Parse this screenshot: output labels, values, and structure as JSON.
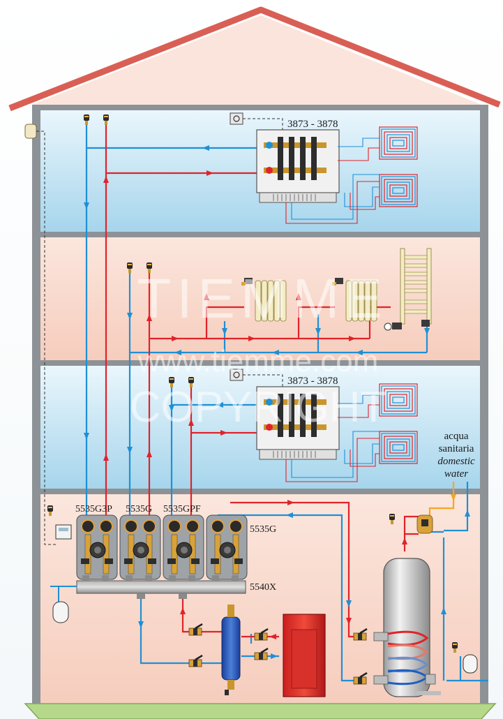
{
  "colors": {
    "roof": "#e06a5a",
    "wall": "#8a8f94",
    "floor_top": "#a9d7ee",
    "floor_peach": "#f9d9cc",
    "ground": "#b9d98a",
    "hot": "#e0232a",
    "cold": "#1e90d6",
    "dhw": "#f5a623"
  },
  "labels": {
    "manifold_top": "3873 - 3878",
    "manifold_mid": "3873 - 3878",
    "pump_group_1": "5535G3P",
    "pump_group_2": "5535G",
    "pump_group_3": "5535GPF",
    "pump_group_4": "5535G",
    "collector": "5540X",
    "acqua": "acqua",
    "sanitaria": "sanitaria",
    "domestic": "domestic",
    "water": "water"
  },
  "watermark": {
    "brand": "TIEMME",
    "url": "www.tiemme.com",
    "copyright": "COPYRIGHT"
  },
  "icons": [
    "thermostat-icon",
    "radiator-icon",
    "towel-radiator-icon",
    "air-vent-icon",
    "valve-icon",
    "pump-icon",
    "expansion-tank-icon",
    "boiler-icon",
    "hydraulic-separator-icon",
    "dhw-cylinder-icon",
    "floor-heating-coil-icon"
  ]
}
